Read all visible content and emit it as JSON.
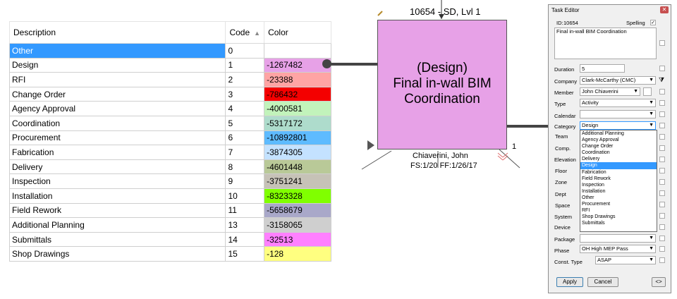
{
  "table": {
    "headers": {
      "description": "Description",
      "code": "Code",
      "color": "Color"
    },
    "rows": [
      {
        "description": "Other",
        "code": "0",
        "color": "",
        "hex": "#ffffff"
      },
      {
        "description": "Design",
        "code": "1",
        "color": "-1267482",
        "hex": "#e7a1e7"
      },
      {
        "description": "RFI",
        "code": "2",
        "color": "-23388",
        "hex": "#ffa4a4"
      },
      {
        "description": "Change Order",
        "code": "3",
        "color": "-786432",
        "hex": "#f40000"
      },
      {
        "description": "Agency Approval",
        "code": "4",
        "color": "-4000581",
        "hex": "#c2f3bb"
      },
      {
        "description": "Coordination",
        "code": "5",
        "color": "-5317172",
        "hex": "#aedccc"
      },
      {
        "description": "Procurement",
        "code": "6",
        "color": "-10892801",
        "hex": "#5ebbff"
      },
      {
        "description": "Fabrication",
        "code": "7",
        "color": "-3874305",
        "hex": "#c4e2ff"
      },
      {
        "description": "Delivery",
        "code": "8",
        "color": "-4601448",
        "hex": "#b9c998"
      },
      {
        "description": "Inspection",
        "code": "9",
        "color": "-3751241",
        "hex": "#c6c2b7"
      },
      {
        "description": "Installation",
        "code": "10",
        "color": "-8323328",
        "hex": "#80ff00"
      },
      {
        "description": "Field Rework",
        "code": "11",
        "color": "-5658679",
        "hex": "#a9a8c9"
      },
      {
        "description": "Additional Planning",
        "code": "13",
        "color": "-3158065",
        "hex": "#cfcfcf"
      },
      {
        "description": "Submittals",
        "code": "14",
        "color": "-32513",
        "hex": "#ff80ff"
      },
      {
        "description": "Shop Drawings",
        "code": "15",
        "color": "-128",
        "hex": "#ffff80"
      }
    ]
  },
  "node": {
    "id_label": "10654 - SD, Lvl 1",
    "line1": "(Design)",
    "line2": "Final in-wall BIM",
    "line3": "Coordination",
    "owner": "Chiaverini, John",
    "dates": "FS:1/20 FF:1/26/17",
    "count": "1"
  },
  "editor": {
    "title": "Task Editor",
    "id_label": "ID:",
    "id_value": "10654",
    "spelling_label": "Spelling",
    "description": "Final in-wall BIM Coordination",
    "duration_label": "Duration",
    "duration_value": "5",
    "company_label": "Company",
    "company_value": "Clark-McCarthy (CMC)",
    "member_label": "Member",
    "member_value": "John Chiaverini",
    "type_label": "Type",
    "type_value": "Activity",
    "calendar_label": "Calendar",
    "category_label": "Category",
    "category_value": "Design",
    "team_label": "Team",
    "comp_label": "Comp.",
    "elevation_label": "Elevation",
    "floor_label": "Floor",
    "zone_label": "Zone",
    "dept_label": "Dept",
    "space_label": "Space",
    "system_label": "System",
    "device_label": "Device",
    "package_label": "Package",
    "phase_label": "Phase",
    "phase_value": "OH High MEP Pass",
    "const_type_label": "Const. Type",
    "const_type_value": "ASAP",
    "category_options": [
      "Additional Planning",
      "Agency Approval",
      "Change Order",
      "Coordination",
      "Delivery",
      "Design",
      "Fabrication",
      "Field Rework",
      "Inspection",
      "Installation",
      "Other",
      "Procurement",
      "RFI",
      "Shop Drawings",
      "Submittals"
    ],
    "apply_label": "Apply",
    "cancel_label": "Cancel",
    "expand_label": "<>"
  }
}
